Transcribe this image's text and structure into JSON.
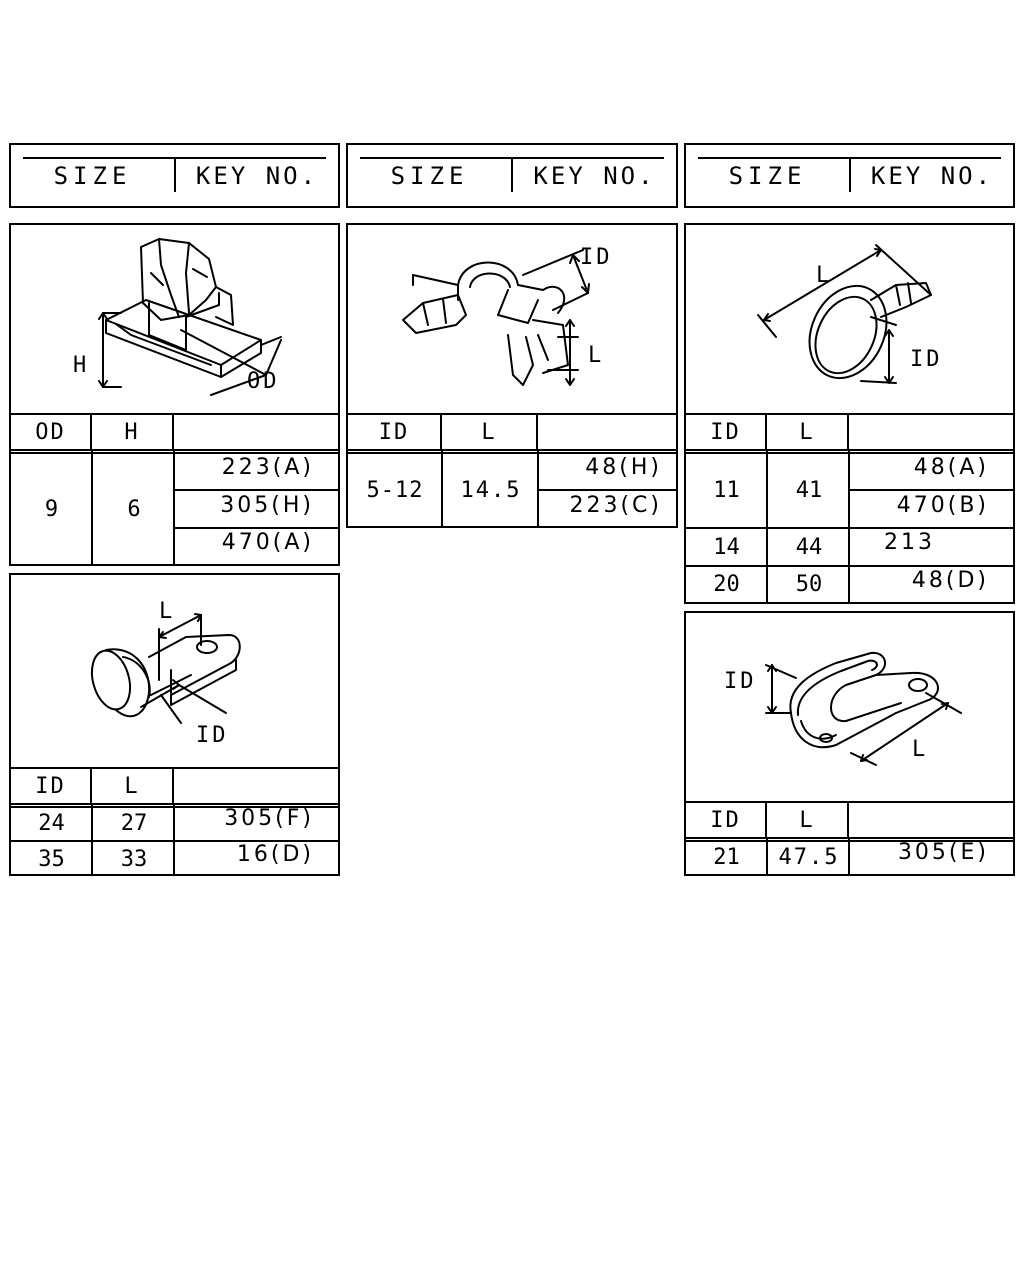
{
  "headers": [
    {
      "size": "SIZE",
      "key": "KEY NO."
    },
    {
      "size": "SIZE",
      "key": "KEY NO."
    },
    {
      "size": "SIZE",
      "key": "KEY NO."
    }
  ],
  "clip_push": {
    "labels": {
      "h": "H",
      "od": "OD"
    },
    "columns": [
      "OD",
      "H",
      ""
    ],
    "od": "9",
    "h": "6",
    "keys": [
      "223(A)",
      "305(H)",
      "470(A)"
    ]
  },
  "clip_ring": {
    "labels": {
      "id": "ID",
      "l": "L"
    },
    "columns": [
      "ID",
      "L",
      ""
    ],
    "id": "5-12",
    "l": "14.5",
    "keys": [
      "48(H)",
      "223(C)"
    ]
  },
  "band": {
    "labels": {
      "l": "L",
      "id": "ID"
    },
    "columns": [
      "ID",
      "L",
      ""
    ],
    "rows": [
      {
        "id": "11",
        "l": "41",
        "keys": [
          "48(A)",
          "470(B)"
        ]
      },
      {
        "id": "14",
        "l": "44",
        "keys": [
          "213"
        ]
      },
      {
        "id": "20",
        "l": "50",
        "keys": [
          "48(D)"
        ]
      }
    ]
  },
  "clip_eye": {
    "labels": {
      "l": "L",
      "id": "ID"
    },
    "columns": [
      "ID",
      "L",
      ""
    ],
    "rows": [
      {
        "id": "24",
        "l": "27",
        "key": "305(F)"
      },
      {
        "id": "35",
        "l": "33",
        "key": "16(D)"
      }
    ]
  },
  "clip_loop": {
    "labels": {
      "id": "ID",
      "l": "L"
    },
    "columns": [
      "ID",
      "L",
      ""
    ],
    "rows": [
      {
        "id": "21",
        "l": "47.5",
        "key": "305(E)"
      }
    ]
  }
}
